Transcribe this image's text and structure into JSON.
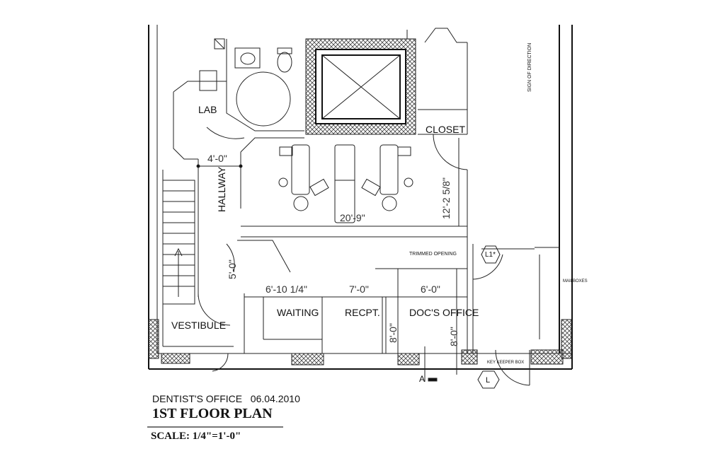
{
  "title_block": {
    "project": "DENTIST'S OFFICE",
    "date": "06.04.2010",
    "sheet_title": "1ST FLOOR PLAN",
    "scale": "SCALE: 1/4\"=1'-0\""
  },
  "rooms": {
    "lab": "LAB",
    "hallway": "HALLWAY",
    "closet": "CLOSET",
    "waiting": "WAITING",
    "recpt": "RECPT.",
    "docs_office": "DOC'S OFFICE",
    "vestibule": "VESTIBULE"
  },
  "dimensions": {
    "hall_width": "4'-0\"",
    "operatory_width": "20'-9\"",
    "operatory_depth": "12'-2 5/8\"",
    "vestibule_door": "5'-0\"",
    "waiting_width": "6'-10 1/4\"",
    "recpt_width": "7'-0\"",
    "office_width": "6'-0\"",
    "recpt_depth": "8'-0\"",
    "office_depth": "8'-0\""
  },
  "annotations": {
    "trimmed_opening": "TRIMMED OPENING",
    "tag_l1": "L1*",
    "tag_l": "L",
    "section_a": "A",
    "mailboxes": "MAILBOXES",
    "key_keeper": "KEY KEEPER BOX",
    "sign": "SIGN OF DIRECTION"
  }
}
